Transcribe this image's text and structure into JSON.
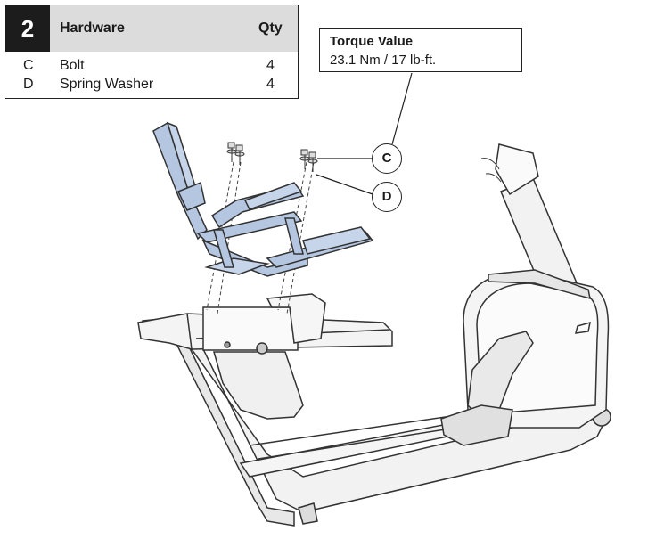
{
  "step": {
    "number": "2",
    "header_label": "Hardware",
    "header_qty": "Qty",
    "items": [
      {
        "letter": "C",
        "name": "Bolt",
        "qty": "4"
      },
      {
        "letter": "D",
        "name": "Spring Washer",
        "qty": "4"
      }
    ]
  },
  "torque": {
    "title": "Torque Value",
    "value": "23.1 Nm / 17 lb-ft."
  },
  "callouts": {
    "c": "C",
    "d": "D"
  },
  "colors": {
    "highlight_part": "#b4c6e0",
    "line": "#333333",
    "header_bg": "#dcdcdc"
  }
}
